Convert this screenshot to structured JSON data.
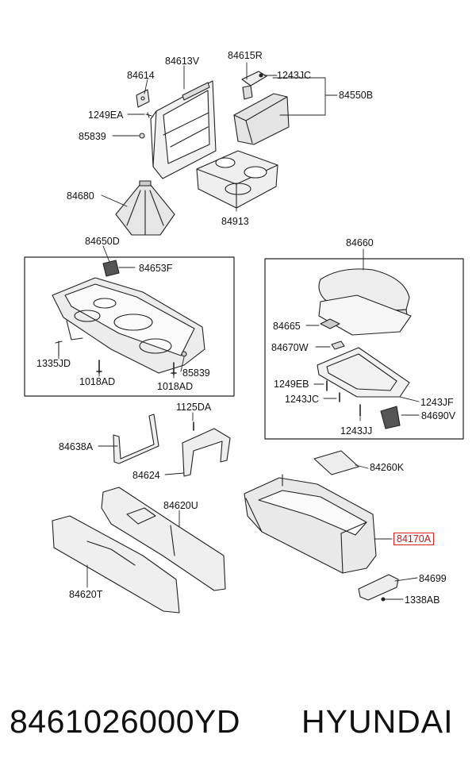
{
  "labels": {
    "p84613V": "84613V",
    "p84615R": "84615R",
    "p84614": "84614",
    "p1243JC_top": "1243JC",
    "p84550B": "84550B",
    "p1249EA": "1249EA",
    "p85839_top": "85839",
    "p84680": "84680",
    "p84913": "84913",
    "p84650D": "84650D",
    "p84660": "84660",
    "p84653F": "84653F",
    "p84665": "84665",
    "p84670W": "84670W",
    "p1335JD": "1335JD",
    "p1018AD_a": "1018AD",
    "p1018AD_b": "1018AD",
    "p85839_mid": "85839",
    "p1249EB": "1249EB",
    "p1243JC_mid": "1243JC",
    "p1243JF": "1243JF",
    "p84690V": "84690V",
    "p1243JJ": "1243JJ",
    "p1125DA": "1125DA",
    "p84638A": "84638A",
    "p84624": "84624",
    "p84260K": "84260K",
    "p84620U": "84620U",
    "p84170A": "84170A",
    "p84699": "84699",
    "p1338AB": "1338AB",
    "p84620T": "84620T"
  },
  "highlight_color": "#e02020",
  "footer": {
    "part_number": "8461026000YD",
    "brand": "HYUNDAI"
  }
}
